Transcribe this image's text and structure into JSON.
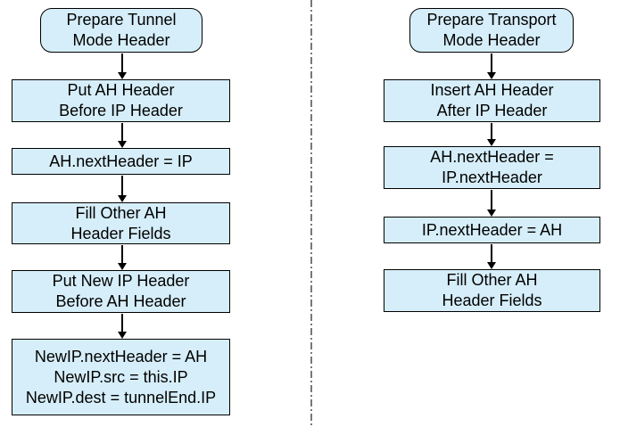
{
  "flowchart": {
    "colors": {
      "page_bg": "#FFFFFF",
      "node_fill": "#D6EEF9",
      "node_border": "#000000",
      "arrow_color": "#000000",
      "divider_color": "#787878"
    },
    "tunnel": {
      "nodes": [
        {
          "shape": "rounded",
          "lines": [
            "Prepare Tunnel",
            "Mode Header"
          ]
        },
        {
          "shape": "rect",
          "lines": [
            "Put AH Header",
            "Before IP Header"
          ]
        },
        {
          "shape": "rect",
          "lines": [
            "AH.nextHeader = IP"
          ]
        },
        {
          "shape": "rect",
          "lines": [
            "Fill Other AH",
            "Header Fields"
          ]
        },
        {
          "shape": "rect",
          "lines": [
            "Put New IP Header",
            "Before AH Header"
          ]
        },
        {
          "shape": "rect",
          "lines": [
            "NewIP.nextHeader = AH",
            "NewIP.src = this.IP",
            "NewIP.dest = tunnelEnd.IP"
          ]
        }
      ]
    },
    "transport": {
      "nodes": [
        {
          "shape": "rounded",
          "lines": [
            "Prepare Transport",
            "Mode Header"
          ]
        },
        {
          "shape": "rect",
          "lines": [
            "Insert AH Header",
            "After IP Header"
          ]
        },
        {
          "shape": "rect",
          "lines": [
            "AH.nextHeader =",
            "IP.nextHeader"
          ]
        },
        {
          "shape": "rect",
          "lines": [
            "IP.nextHeader = AH"
          ]
        },
        {
          "shape": "rect",
          "lines": [
            "Fill Other AH",
            "Header Fields"
          ]
        }
      ]
    }
  }
}
